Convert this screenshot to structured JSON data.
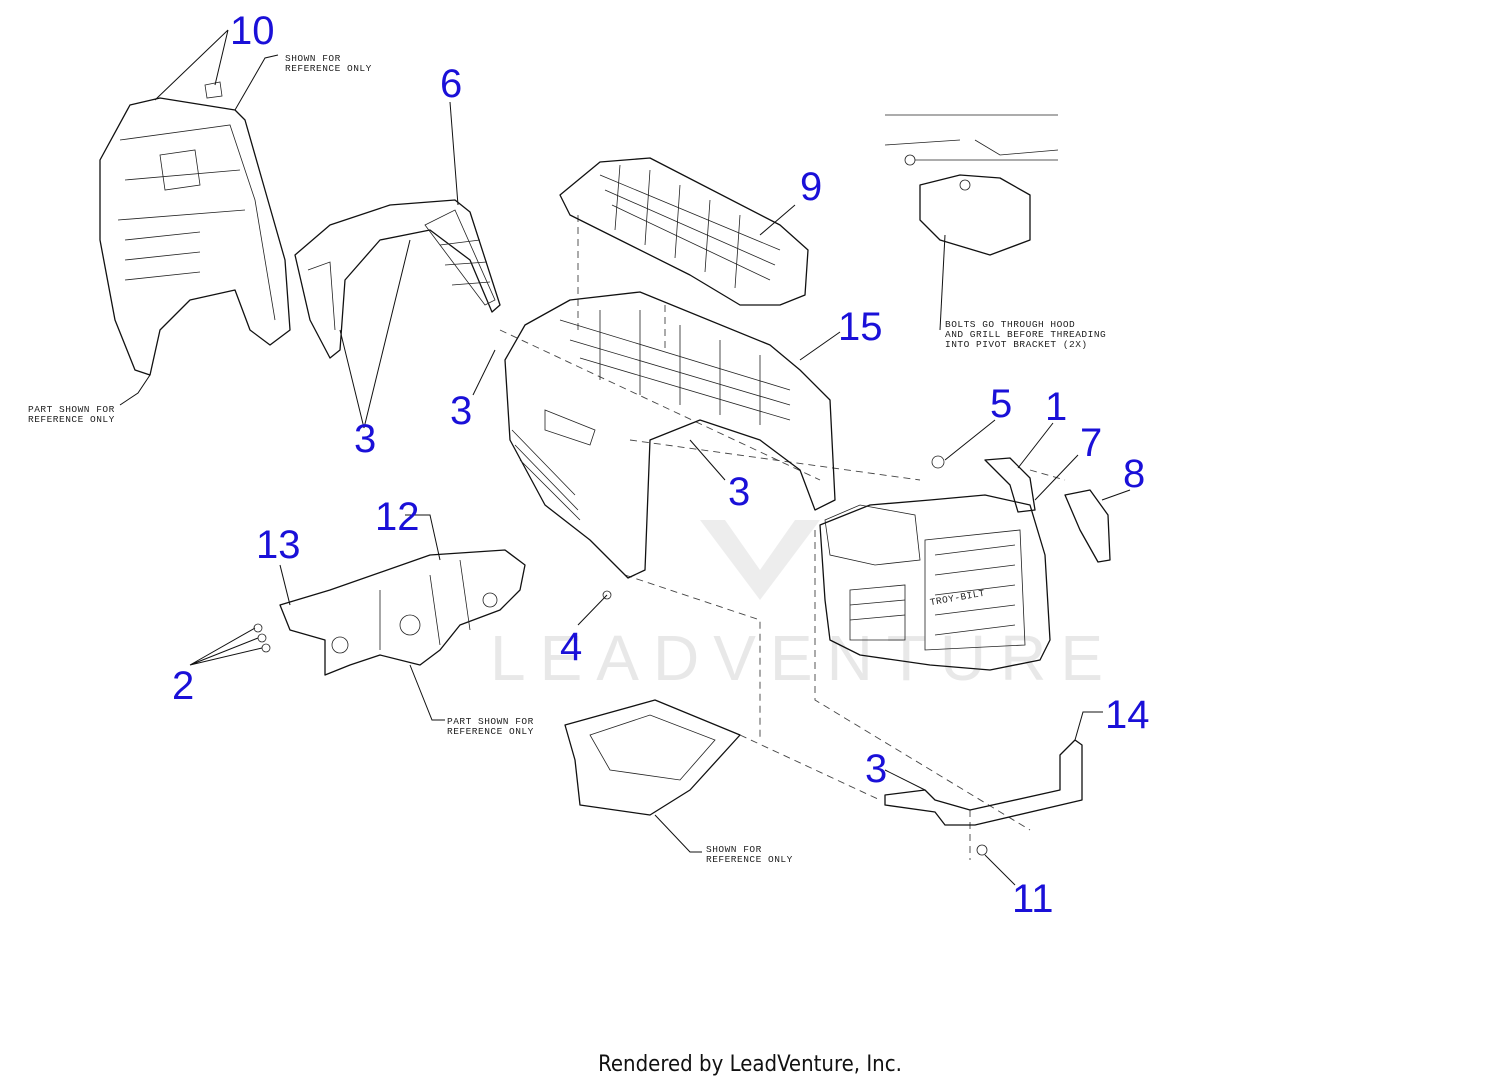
{
  "callouts": [
    {
      "id": "c10",
      "label": "10"
    },
    {
      "id": "c6",
      "label": "6"
    },
    {
      "id": "c9",
      "label": "9"
    },
    {
      "id": "c15",
      "label": "15"
    },
    {
      "id": "c3a",
      "label": "3"
    },
    {
      "id": "c3b",
      "label": "3"
    },
    {
      "id": "c3c",
      "label": "3"
    },
    {
      "id": "c3d",
      "label": "3"
    },
    {
      "id": "c5",
      "label": "5"
    },
    {
      "id": "c1",
      "label": "1"
    },
    {
      "id": "c7",
      "label": "7"
    },
    {
      "id": "c8",
      "label": "8"
    },
    {
      "id": "c12",
      "label": "12"
    },
    {
      "id": "c13",
      "label": "13"
    },
    {
      "id": "c2",
      "label": "2"
    },
    {
      "id": "c4",
      "label": "4"
    },
    {
      "id": "c14",
      "label": "14"
    },
    {
      "id": "c11",
      "label": "11"
    }
  ],
  "notes": {
    "shown_ref_top": [
      "SHOWN FOR",
      "REFERENCE ONLY"
    ],
    "part_ref_left": [
      "PART SHOWN FOR",
      "REFERENCE ONLY"
    ],
    "bolts_note": [
      "BOLTS GO THROUGH HOOD",
      "AND GRILL BEFORE THREADING",
      "INTO PIVOT BRACKET (2X)"
    ],
    "part_ref_bracket": [
      "PART SHOWN FOR",
      "REFERENCE ONLY"
    ],
    "shown_ref_bottom": [
      "SHOWN FOR",
      "REFERENCE ONLY"
    ]
  },
  "grille_brand": "TROY-BILT",
  "watermark": "LEADVENTURE",
  "footer": "Rendered by LeadVenture, Inc.",
  "colors": {
    "callout": "#1a10d8",
    "linework": "#111111"
  }
}
